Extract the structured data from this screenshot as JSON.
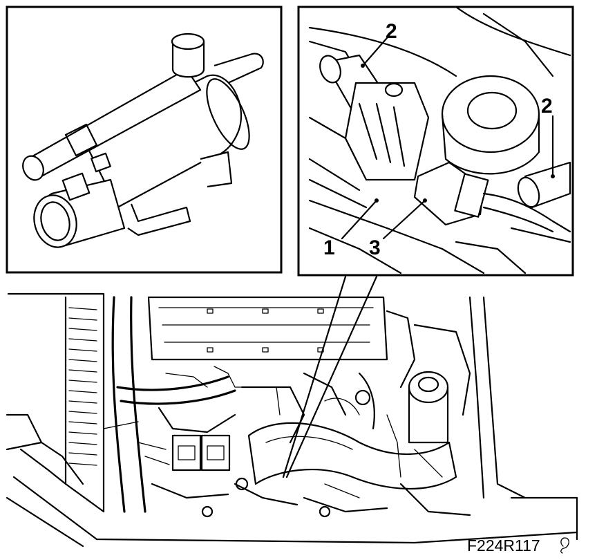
{
  "figure": {
    "code": "F224R117",
    "callouts": [
      {
        "id": "c2a",
        "label": "2"
      },
      {
        "id": "c2b",
        "label": "2"
      },
      {
        "id": "c1",
        "label": "1"
      },
      {
        "id": "c3",
        "label": "3"
      }
    ],
    "icons": [
      "valve-component-icon",
      "corner-mark-icon"
    ]
  }
}
